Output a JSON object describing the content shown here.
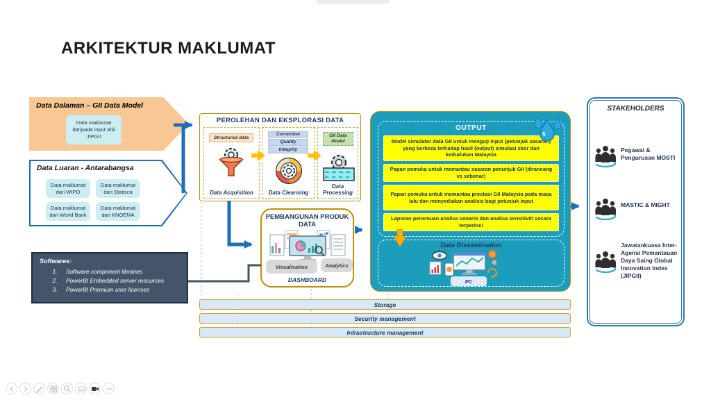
{
  "title": "ARKITEKTUR MAKLUMAT",
  "data_dalaman": {
    "title": "Data Dalaman – GII Data Model",
    "item": "Data maklumat daripada input ahli JIPGII"
  },
  "data_luaran": {
    "title": "Data Luaran - Antarabangsa",
    "items": [
      "Data maklumat dari WIPO",
      "Data maklumat dari Statisca",
      "Data maklumat dari World Bank",
      "Data maklumat dari KNOEMA"
    ]
  },
  "softwares": {
    "title": "Softwares:",
    "items": [
      "Software component libraries",
      "PowerBI Embedded server resources",
      "PowerBI Premium user licenses"
    ]
  },
  "perolehan": {
    "title": "PEROLEHAN DAN EKSPLORASI DATA",
    "acquisition": {
      "tag": "Structured data",
      "label": "Data Acquisition",
      "icon": "funnel-gear-icon"
    },
    "cleansing": {
      "tags": [
        "Correction",
        "Quality",
        "Integrity"
      ],
      "label": "Data Cleansing",
      "icon": "cleansing-ring-gear-icon"
    },
    "processing": {
      "tag": "GII Data Model",
      "label": "Data Processing",
      "icon": "gear-water-icon"
    }
  },
  "pembangunan": {
    "title": "PEMBANGUNAN PRODUK DATA",
    "buttons": [
      "Visualisation",
      "Analytics"
    ],
    "caption": "DASHBOARD"
  },
  "output": {
    "title": "OUTPUT",
    "items": [
      "Model simulator data GII untuk menguji input (petunjuk sasaran) yang berbeza terhadap hasil (output) simulasi skor dan kedudukan Malaysia",
      "Papan pemuka untuk memantau sasaran penunjuk GII (dirancang vs sebenar)",
      "Papan pemuka untuk memantau prestasi GII Malaysia pada masa lalu dan menyediakan analisis bagi petunjuk input",
      "Laporan penemuan analisa senario dan analisa sensitiviti secara terperinci"
    ],
    "dissemination": {
      "title": "Data Dissemination",
      "device": "PC"
    }
  },
  "stakeholders": {
    "title": "STAKEHOLDERS",
    "items": [
      "Pegawai & Pengurusan MOSTI",
      "MASTIC & MIGHT",
      "Jawatankuasa Inter-Agensi Pemantauan Daya Saing Global Innovation Index (JIPGII)"
    ]
  },
  "platform_bars": [
    "Storage",
    "Security management",
    "Infrastructure management"
  ],
  "toolbar": {
    "buttons": [
      "previous-slide",
      "next-slide",
      "pen",
      "see-all-slides",
      "zoom",
      "captions",
      "camera",
      "more-options"
    ]
  },
  "colors": {
    "accent_blue": "#1E6FBA",
    "teal": "#1D9DBC",
    "gold": "#BF9000",
    "yellow": "#FFFF00",
    "orange_chevron": "#F8C894",
    "dark_slate": "#44546A",
    "light_cyan": "#CDEEF1",
    "bar_blue": "#D9E8F6",
    "navy_text": "#1F3864"
  }
}
